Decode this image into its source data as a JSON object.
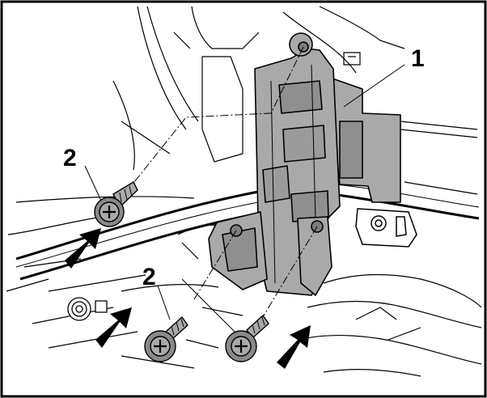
{
  "callouts": {
    "part_bracket": "1",
    "part_screw_upper": "2",
    "part_screw_lower": "2"
  },
  "colors": {
    "part_fill": "#a9a9a9",
    "part_dark": "#7d7d7d",
    "line": "#000000",
    "background": "#ffffff"
  },
  "icons": {
    "arrow": "install-direction-arrow-icon",
    "screw": "screw-icon"
  }
}
